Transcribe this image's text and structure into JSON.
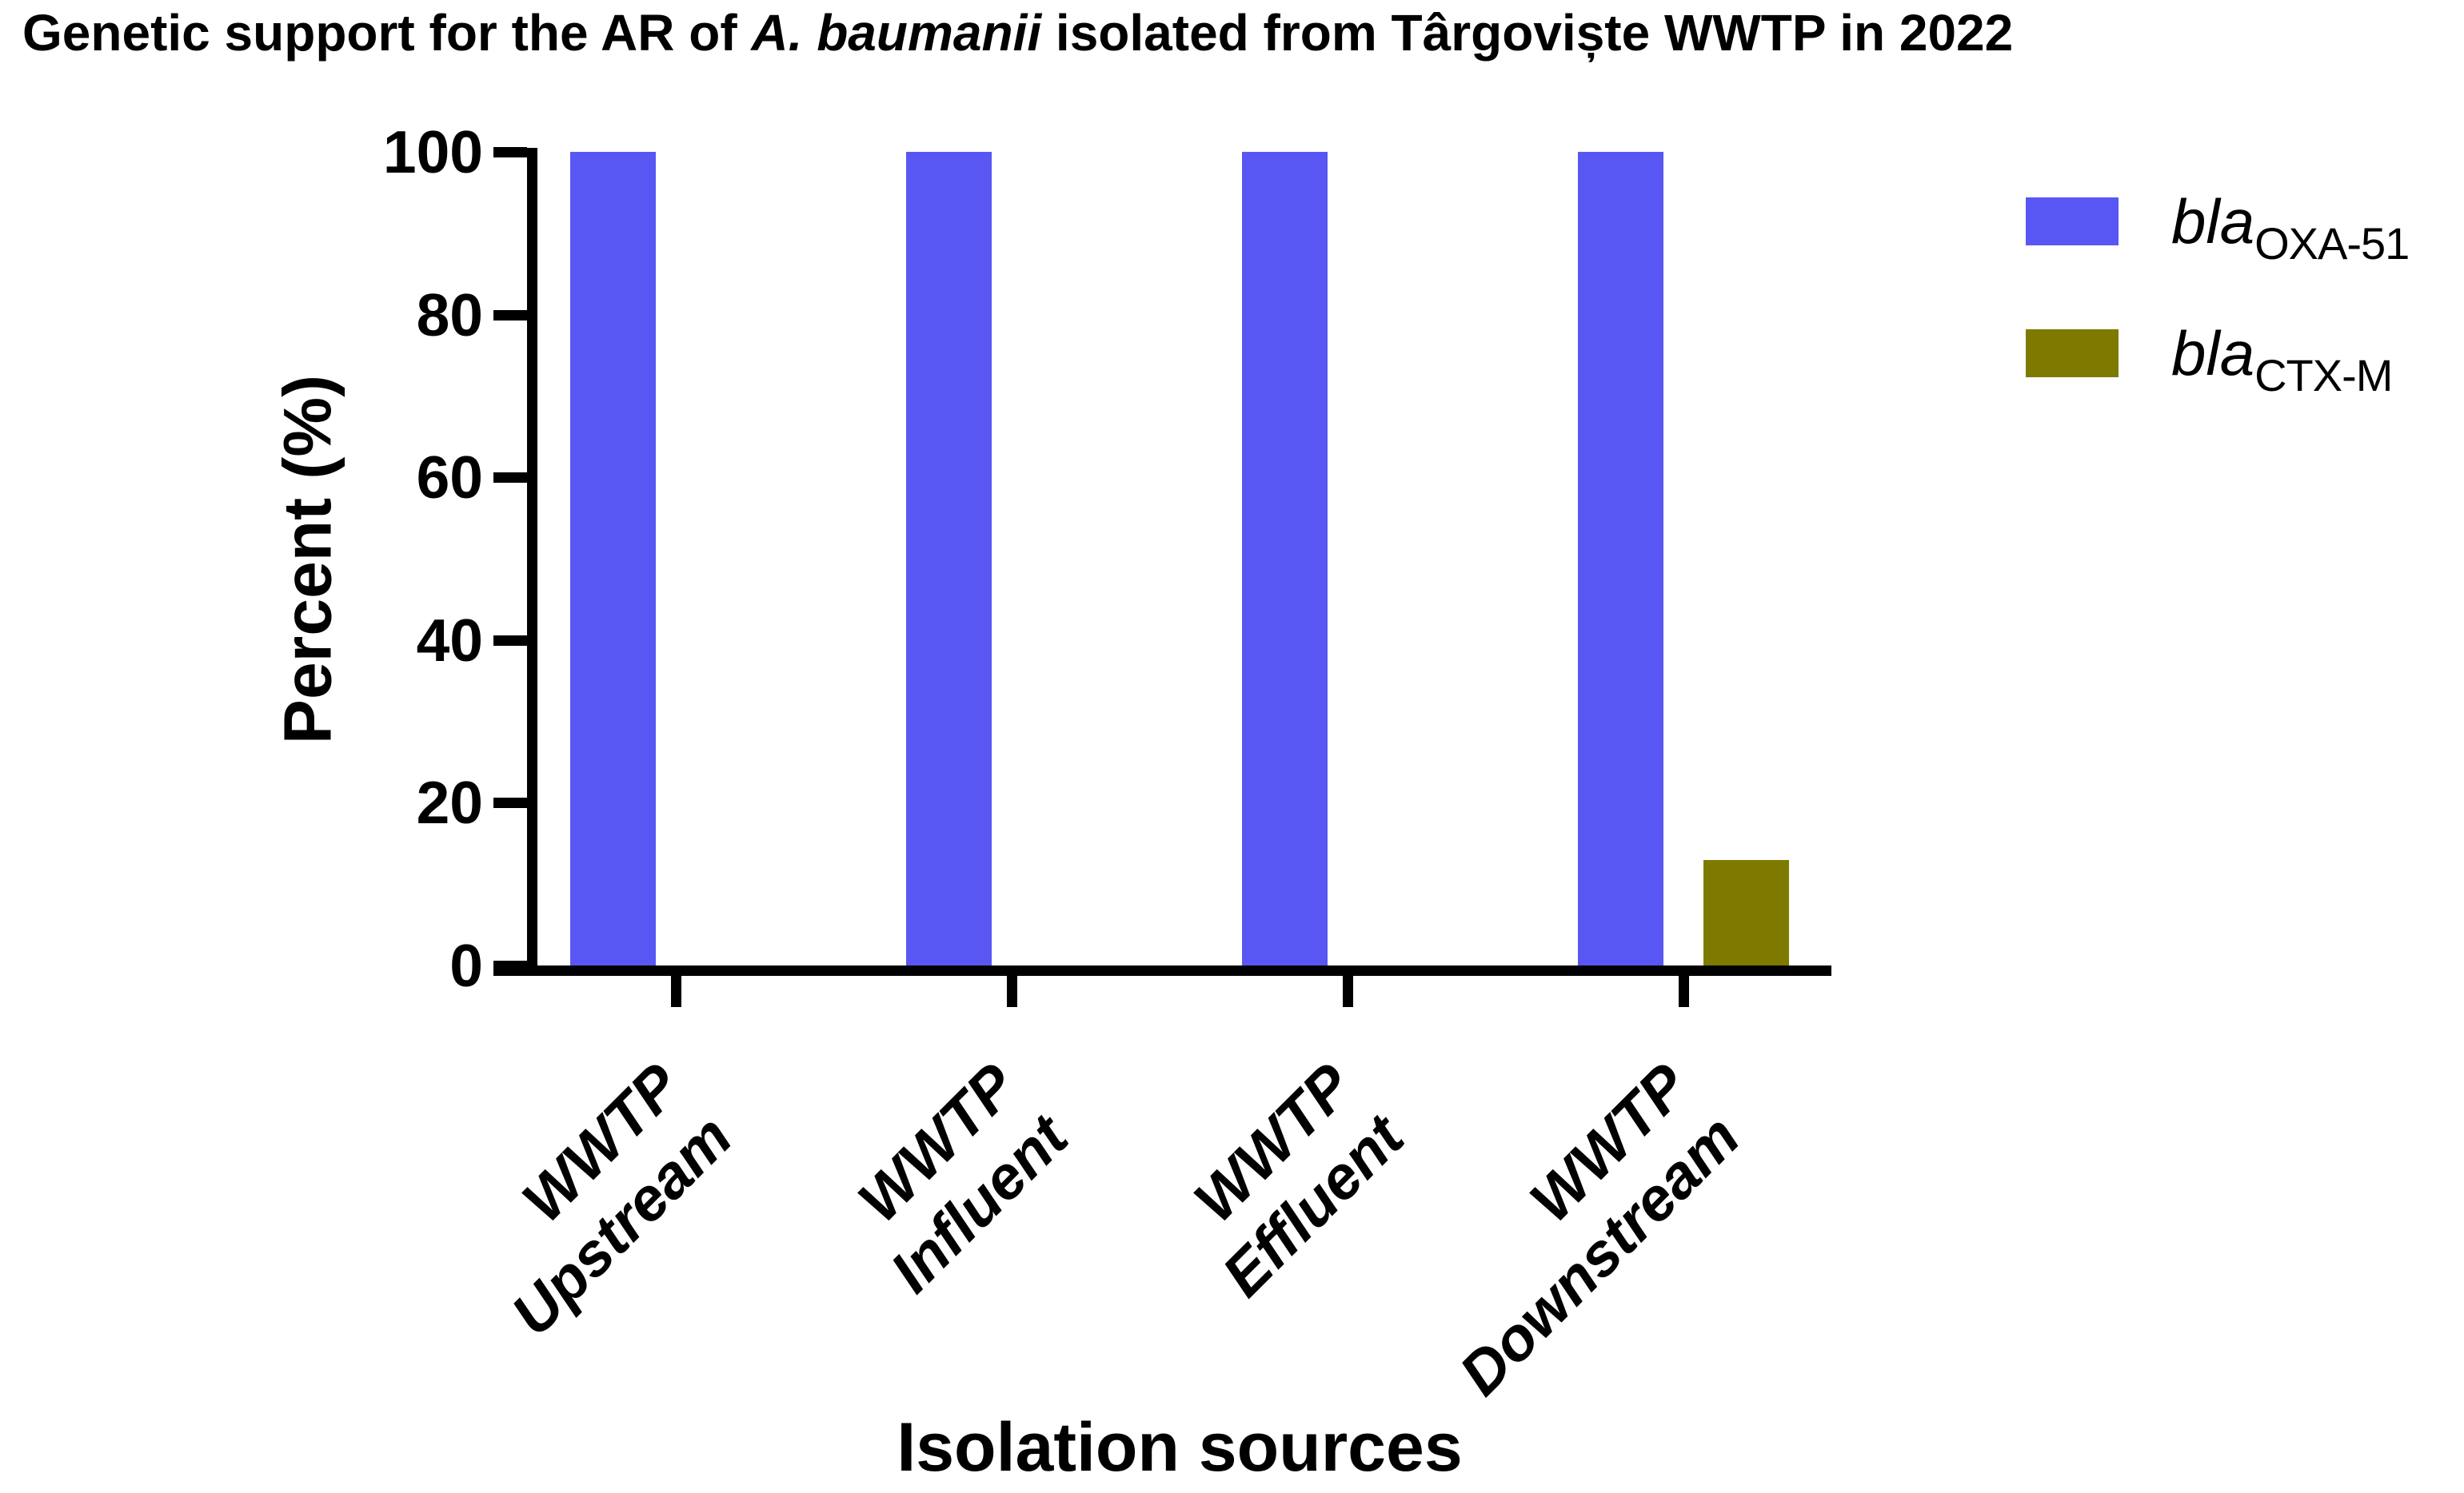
{
  "chart_data": {
    "type": "bar",
    "title": "Genetic support for the AR of A. baumanii isolated from Târgoviște WWTP in 2022",
    "title_parts": {
      "prefix": "Genetic support for the AR of ",
      "italic": "A. baumanii",
      "suffix": " isolated from Târgoviște WWTP in 2022"
    },
    "xlabel": "Isolation sources",
    "ylabel": "Percent (%)",
    "ylim": [
      0,
      100
    ],
    "yticks": [
      0,
      20,
      40,
      60,
      80,
      100
    ],
    "grid": false,
    "legend_position": "right",
    "background": "#ffffff",
    "axis_color": "#000000",
    "categories": [
      "WWTP Upstream",
      "WWTP Influent",
      "WWTP Effluent",
      "WWTP Downstream"
    ],
    "series": [
      {
        "name": "blaOXA-51",
        "label_main": "bla",
        "label_sub": "OXA-51",
        "color": "#5957f3",
        "values": [
          100,
          100,
          100,
          100
        ]
      },
      {
        "name": "blaCTX-M",
        "label_main": "bla",
        "label_sub": "CTX-M",
        "color": "#7e7a00",
        "values": [
          0,
          0,
          0,
          13
        ]
      }
    ]
  }
}
